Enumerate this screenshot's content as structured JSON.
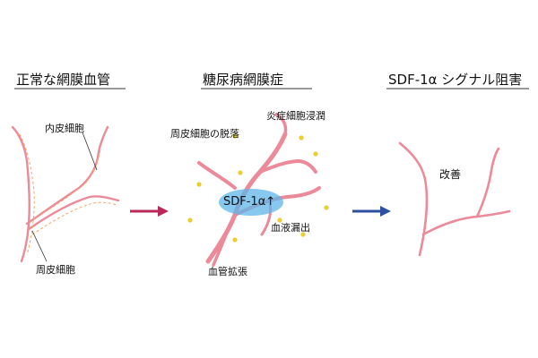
{
  "panels": {
    "normal": {
      "title": "正常な網膜血管",
      "label_endothelial": "内皮細胞",
      "label_pericyte": "周皮細胞"
    },
    "diabetic": {
      "title": "糖尿病網膜症",
      "label_pericyte_loss": "周皮細胞の脱落",
      "label_inflammation": "炎症細胞浸潤",
      "label_sdf": "SDF-1α↑",
      "label_leakage": "血液漏出",
      "label_dilation": "血管拡張"
    },
    "inhibition": {
      "title": "SDF-1α シグナル阻害",
      "label_improve": "改善"
    }
  },
  "colors": {
    "vessel": "#ec8a9a",
    "pericyte": "#f2a766",
    "inflammatory_cell": "#e9cf2f",
    "sdf_ellipse": "#5eb6e8",
    "arrow_left": "#b8285a",
    "arrow_right": "#2f4fa0"
  },
  "icons": [
    "arrow-right-icon",
    "arrow-right-icon"
  ]
}
